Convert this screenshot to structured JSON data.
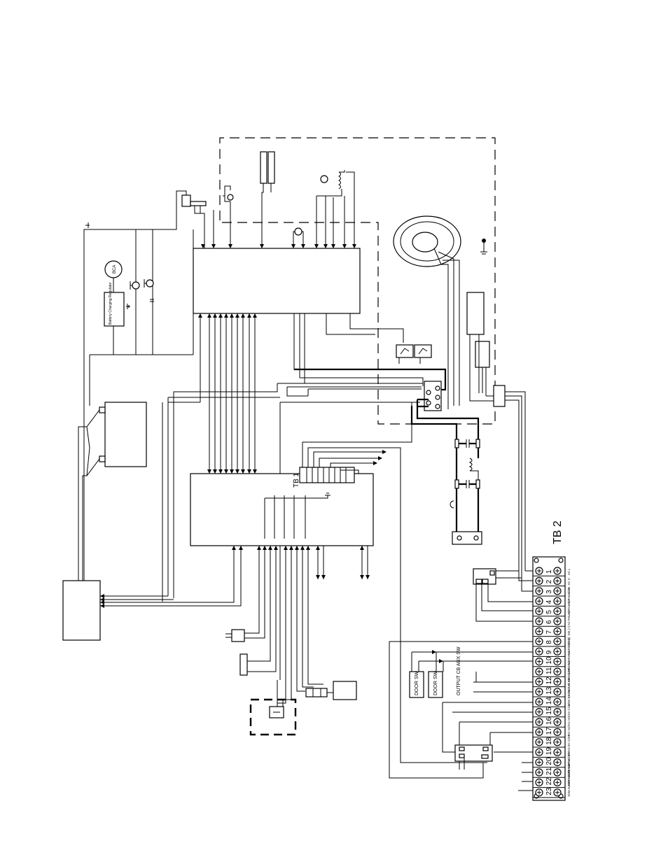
{
  "labels": {
    "bca": "BCA",
    "battery_regulator": "Battery Charging Regulator",
    "tb1": "TB 1",
    "tb2": "TB 2",
    "door_sw_1": "DOOR SW",
    "door_sw_2": "DOOR SW",
    "output_cb_aux_sw": "OUTPUT CB AUX SW"
  },
  "tb2": {
    "numbers": [
      "1",
      "2",
      "3",
      "4",
      "5",
      "6",
      "7",
      "8",
      "9",
      "10",
      "11",
      "12",
      "13",
      "14",
      "15",
      "16",
      "17",
      "18",
      "19",
      "20",
      "21",
      "22",
      "23"
    ],
    "terminal_labels": [
      "AC L",
      "AC N",
      "AC G",
      "AC FAIL COM",
      "AC FAIL NO",
      "AC FAIL NC",
      "DIS (+)",
      "DIS (-)",
      "ALARM COM",
      "ALARM NO",
      "ALARM NC",
      "ALARM COM",
      "LOW BAT NO",
      "LOW BAT NC",
      "INV COM",
      "INV NO",
      "INV NC",
      "BY COM",
      "BY NO",
      "BY NC",
      "SUM ALARM COM",
      "SUM ALARM NO",
      "SUM ALARM NC"
    ]
  },
  "colors": {
    "line": "#000000",
    "background": "#ffffff"
  }
}
